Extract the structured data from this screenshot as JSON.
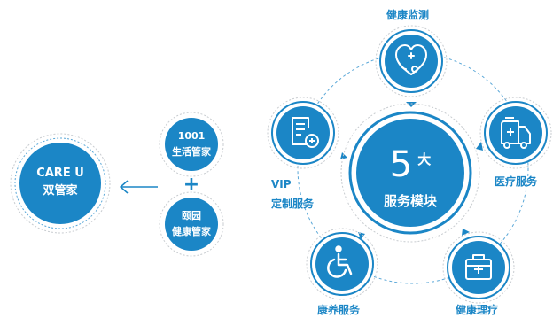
{
  "care_u": {
    "line1": "CARE U",
    "line2": "双管家"
  },
  "butler_top": {
    "line1": "1001",
    "line2": "生活管家"
  },
  "butler_bottom": {
    "line1": "颐园",
    "line2": "健康管家"
  },
  "plus_sign": "+",
  "center": {
    "number": "5",
    "unit": "大",
    "label": "服务模块"
  },
  "modules": [
    {
      "label": "健康监测",
      "icon": "heart-stethoscope-icon"
    },
    {
      "label": "医疗服务",
      "icon": "ambulance-icon"
    },
    {
      "label": "健康理疗",
      "icon": "medical-kit-icon"
    },
    {
      "label": "康养服务",
      "icon": "wheelchair-icon"
    },
    {
      "label_line1": "VIP",
      "label_line2": "定制服务",
      "icon": "document-plus-icon"
    }
  ],
  "colors": {
    "primary": "#1b86c6",
    "dashed_ring": "#5ba8d8",
    "grey_ring": "#c8ccd0"
  }
}
